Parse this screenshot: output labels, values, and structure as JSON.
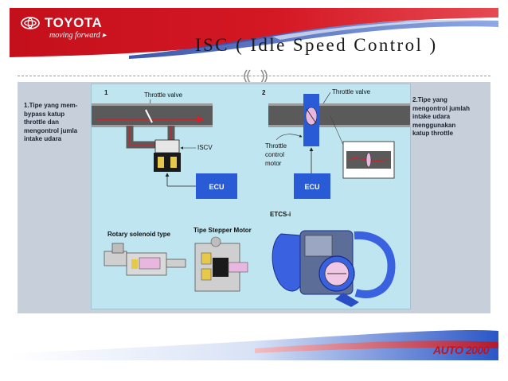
{
  "header": {
    "brand": "TOYOTA",
    "tagline": "moving forward",
    "title": "ISC ( Idle Speed Control )"
  },
  "left_note": [
    "1.Tipe yang mem-",
    "bypass katup",
    "throttle dan",
    "mengontrol jumla",
    "intake udara"
  ],
  "right_note": [
    "2.Tipe yang",
    "mengontrol jumlah",
    "intake udara",
    "menggunakan",
    "katup throttle"
  ],
  "figure": {
    "panel1_number": "1",
    "panel2_number": "2",
    "throttle_valve_1": "Throttle valve",
    "throttle_valve_2": "Throttle valve",
    "iscv": "ISCV",
    "ecu_1": "ECU",
    "ecu_2": "ECU",
    "throttle_motor_1": "Throttle",
    "throttle_motor_2": "control",
    "throttle_motor_3": "motor",
    "rotary": "Rotary solenoid type",
    "stepper": "Tipe Stepper Motor",
    "etcs": "ETCS-i"
  },
  "footer": {
    "logo": "AUTO 2000"
  },
  "colors": {
    "brand_red": "#d9121f",
    "accent_blue": "#2a5bd7",
    "figure_bg": "#bfe6f0",
    "content_bg": "#c7d0da"
  }
}
